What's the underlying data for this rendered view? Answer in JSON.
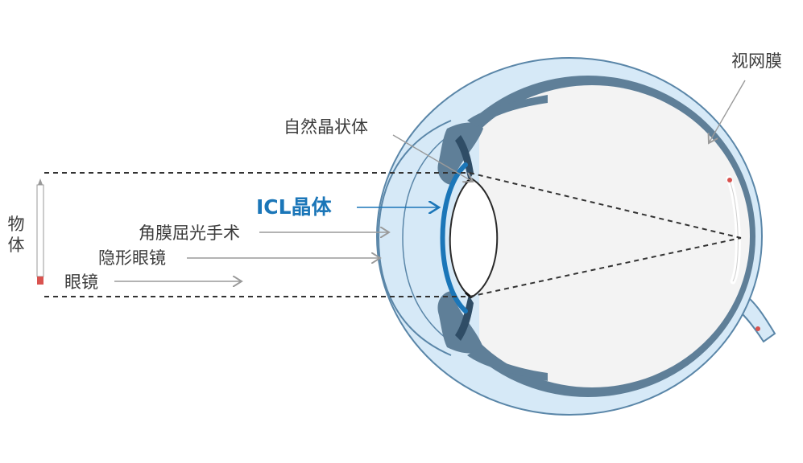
{
  "labels": {
    "retina": "视网膜",
    "natural_lens": "自然晶状体",
    "icl": "ICL晶体",
    "lasik": "角膜屈光手术",
    "contact_lens": "隐形眼镜",
    "glasses": "眼镜",
    "object": "物体"
  },
  "colors": {
    "sclera_outer": "#d6e9f7",
    "eye_stroke": "#5a86a8",
    "choroid": "#5f7f98",
    "interior": "#f3f3f3",
    "icl_blue": "#1b76b8",
    "arrow_gray": "#9a9a9a",
    "dash": "#333333",
    "pencil_tip": "#d9534f"
  }
}
